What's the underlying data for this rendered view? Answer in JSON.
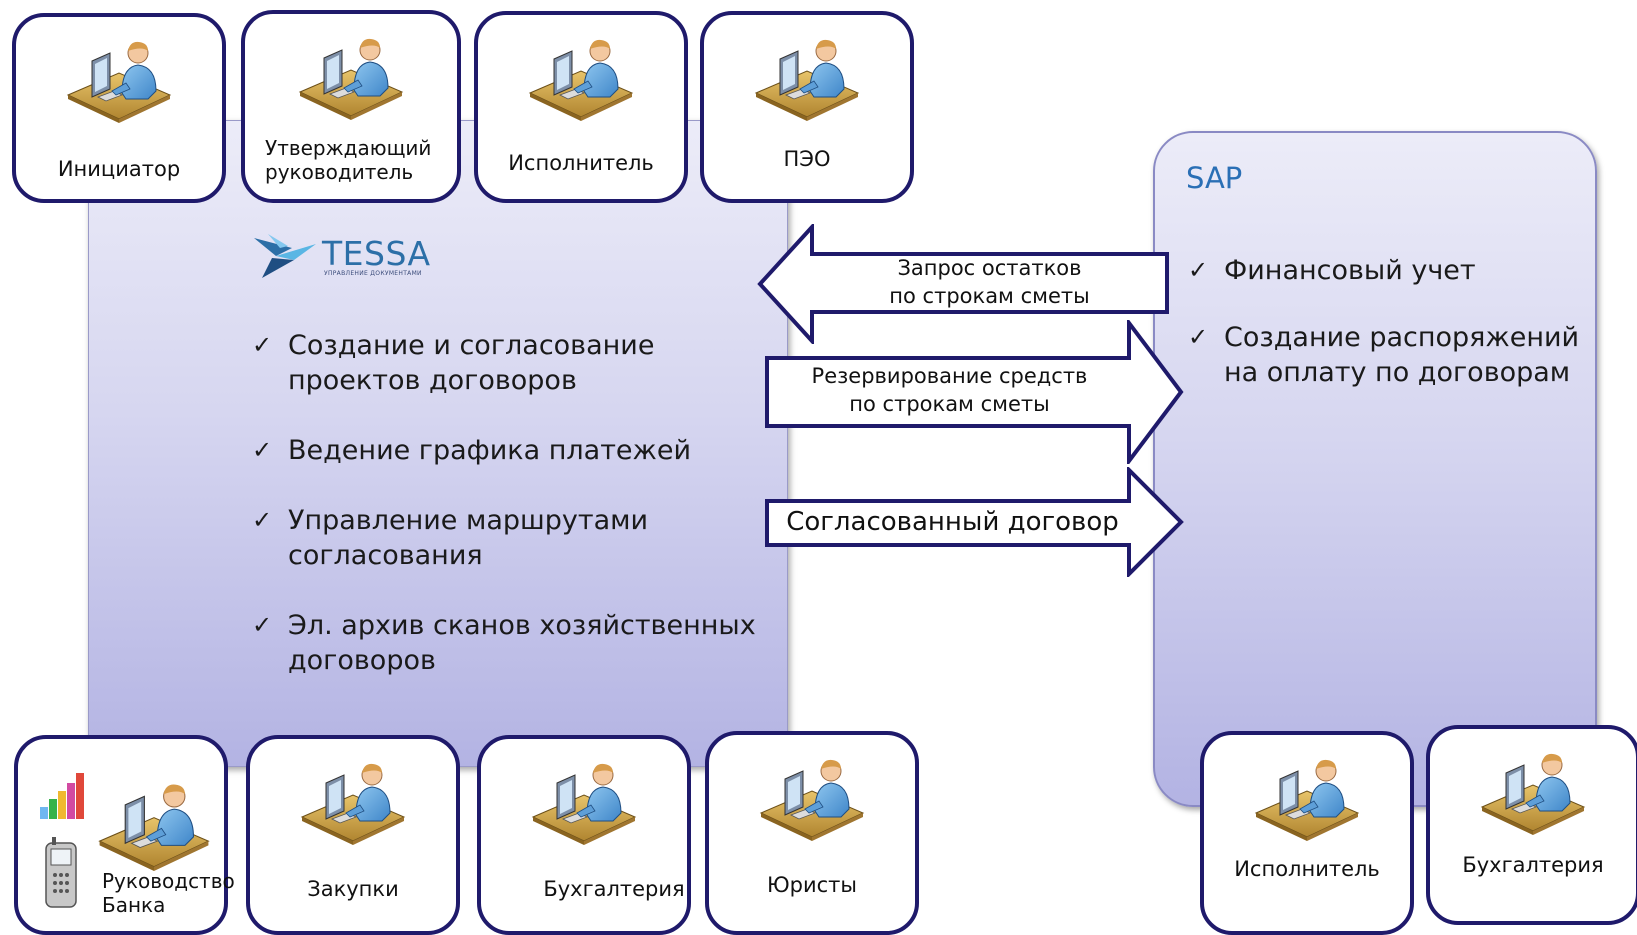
{
  "tessa": {
    "logo_text": "TESSA",
    "logo_subtitle": "УПРАВЛЕНИЕ ДОКУМЕНТАМИ",
    "features": [
      "Создание и согласование проектов договоров",
      "Ведение графика платежей",
      "Управление маршрутами согласования",
      "Эл. архив сканов хозяйственных договоров"
    ]
  },
  "sap": {
    "title": "SAP",
    "features": [
      "Финансовый учет",
      "Создание распоряжений на оплату по договорам"
    ]
  },
  "arrows": {
    "request": [
      "Запрос остатков",
      "по строкам сметы"
    ],
    "reserve": [
      "Резервирование средств",
      "по строкам сметы"
    ],
    "approved": "Согласованный договор"
  },
  "roles_top": [
    "Инициатор",
    "Утверждающий руководитель",
    "Исполнитель",
    "ПЭО"
  ],
  "roles_bottom": [
    "Руководство Банка",
    "Закупки",
    "Бухгалтерия",
    "Юристы"
  ],
  "roles_sap": [
    "Исполнитель",
    "Бухгалтерия"
  ],
  "check_mark": "✓",
  "colors": {
    "role_border": "#1f1a6b",
    "panel_gradient_top": "#ececf8",
    "panel_gradient_bottom": "#b3b3e3",
    "sap_title": "#2a6fb5",
    "logo_blue": "#2c6fa7"
  },
  "icons": {
    "user": "user-at-workstation-icon",
    "chart": "bar-chart-icon",
    "phone": "mobile-phone-icon"
  }
}
